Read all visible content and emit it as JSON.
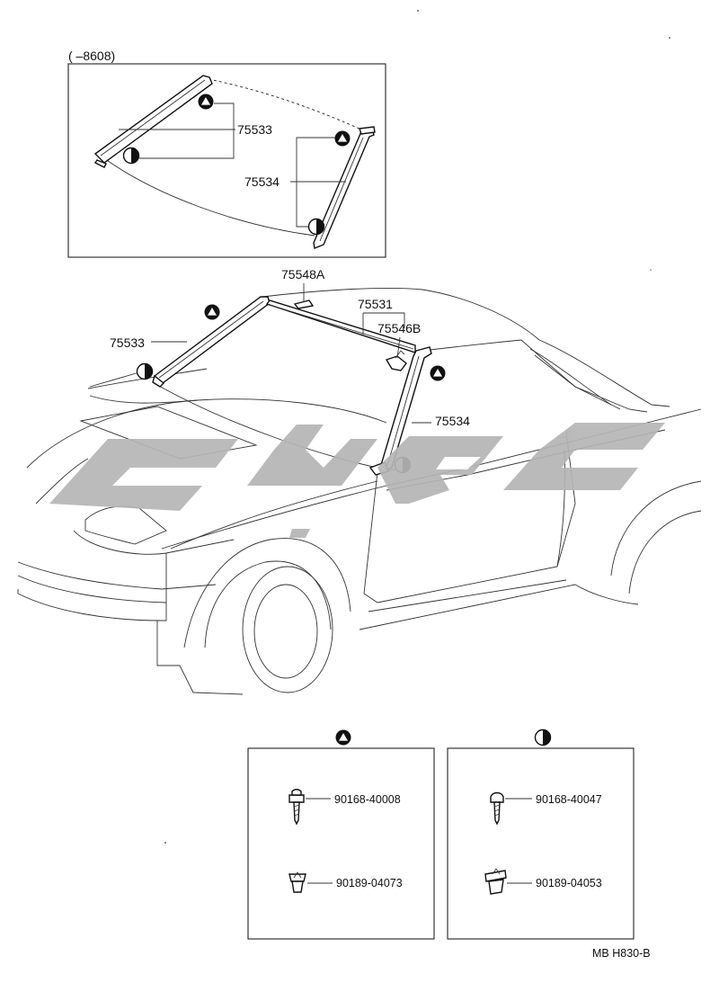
{
  "inset_label": "(      –8608)",
  "inset": {
    "moulding_upper": "75533",
    "moulding_side": "75534"
  },
  "main": {
    "clip": "75548A",
    "moulding_roof": "75531",
    "bracket": "75546B",
    "moulding_upper": "75533",
    "moulding_side": "75534"
  },
  "legend": {
    "triangle": {
      "part_screw": "90168-40008",
      "part_clip": "90189-04073"
    },
    "halfcircle": {
      "part_screw": "90168-40047",
      "part_clip": "90189-04053"
    }
  },
  "footer_code": "MB  H830-B",
  "colors": {
    "line": "#222222",
    "watermark": "#b5b5b5"
  }
}
